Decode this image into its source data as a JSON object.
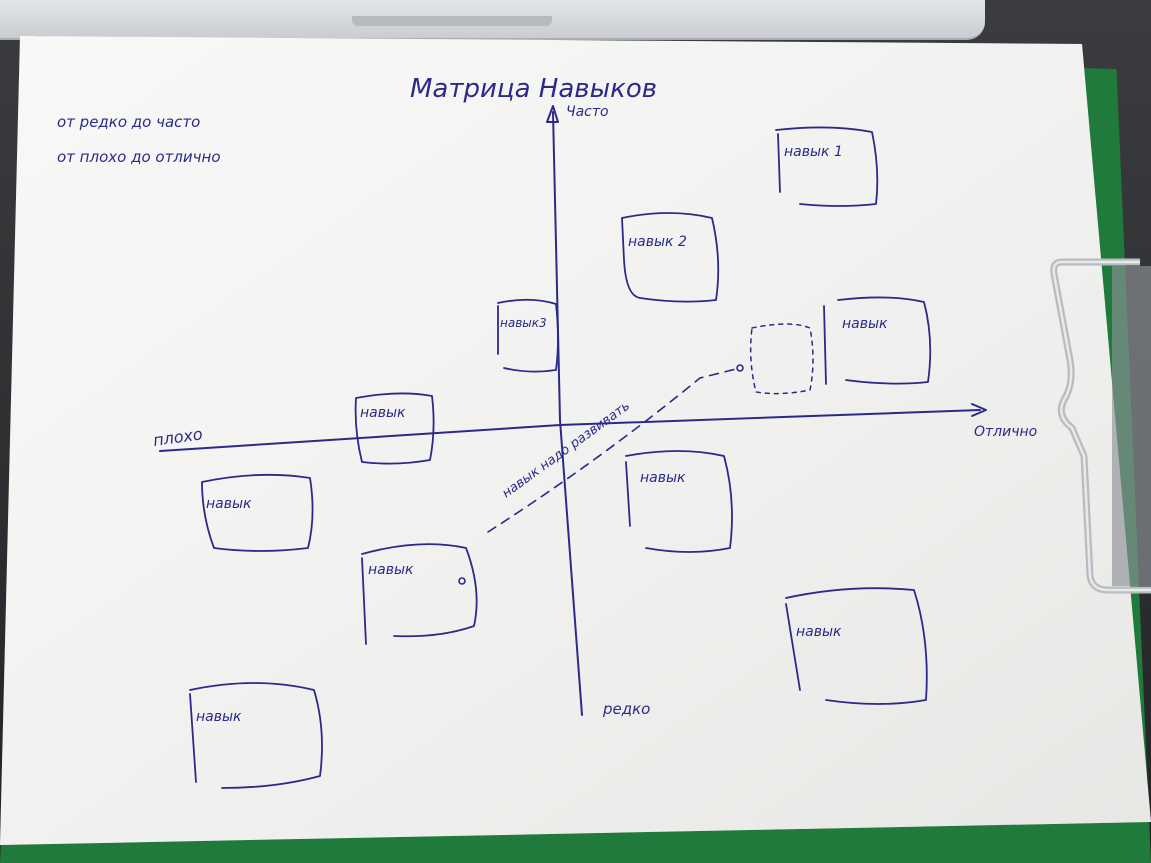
{
  "diagram": {
    "title": "Матрица Навыков",
    "legend": {
      "line1": "от редко до часто",
      "line2": "от плохо до отлично"
    },
    "axes": {
      "top": "Часто",
      "bottom": "редко",
      "left": "плохо",
      "right": "Отлично"
    },
    "skills": [
      {
        "id": "skill-1",
        "label": "навык 1"
      },
      {
        "id": "skill-2",
        "label": "навык 2"
      },
      {
        "id": "skill-3",
        "label": "навык3"
      },
      {
        "id": "skill-right",
        "label": "навык"
      },
      {
        "id": "skill-left-axis",
        "label": "навык"
      },
      {
        "id": "skill-center-low",
        "label": "навык"
      },
      {
        "id": "skill-left",
        "label": "навык"
      },
      {
        "id": "skill-low-left",
        "label": "навык"
      },
      {
        "id": "skill-bottom-right",
        "label": "навык"
      },
      {
        "id": "skill-bottom-left",
        "label": "навык"
      }
    ],
    "arrow_note": "навык надо развивать"
  }
}
